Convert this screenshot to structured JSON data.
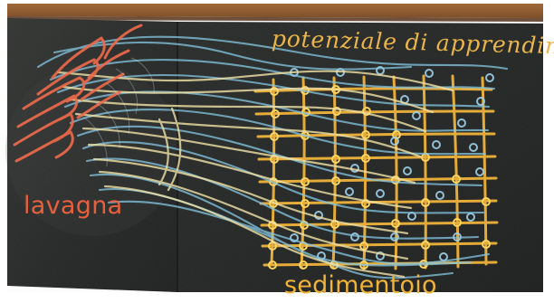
{
  "image": {
    "labels": {
      "left": "lavagna",
      "bottom": "sedimentoio",
      "top": "potenziale di apprendimento"
    }
  }
}
